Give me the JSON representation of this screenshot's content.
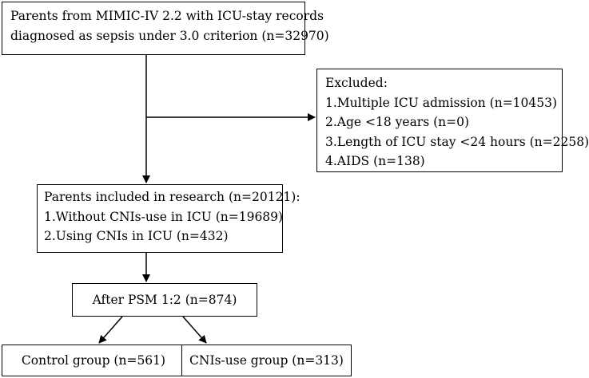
{
  "source": {
    "line1": "Parents from MIMIC-IV 2.2 with ICU-stay records",
    "line2": "diagnosed as sepsis under 3.0 criterion (n=32970)"
  },
  "excluded": {
    "heading": "Excluded:",
    "items": [
      "1.Multiple ICU admission (n=10453)",
      "2.Age <18 years (n=0)",
      "3.Length of ICU stay <24 hours (n=2258)",
      "4.AIDS (n=138)"
    ]
  },
  "included": {
    "heading": "Parents included in research (n=20121):",
    "items": [
      "1.Without CNIs-use in ICU (n=19689)",
      "2.Using CNIs in ICU (n=432)"
    ]
  },
  "psm": {
    "label": "After PSM 1:2 (n=874)"
  },
  "groups": {
    "control": "Control group (n=561)",
    "cnis": "CNIs-use group (n=313)"
  }
}
